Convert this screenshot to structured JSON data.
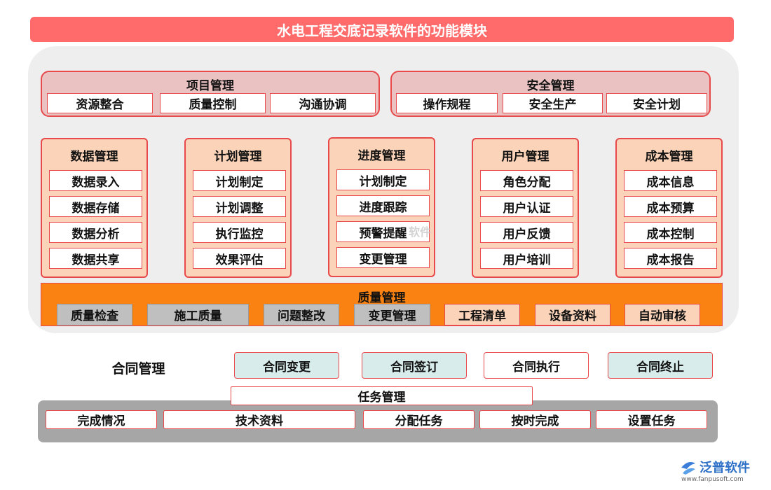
{
  "title": "水电工程交底记录软件的功能模块",
  "project_mgmt": {
    "title": "项目管理",
    "items": [
      "资源整合",
      "质量控制",
      "沟通协调"
    ]
  },
  "safety_mgmt": {
    "title": "安全管理",
    "items": [
      "操作规程",
      "安全生产",
      "安全计划"
    ]
  },
  "columns": [
    {
      "title": "数据管理",
      "items": [
        "数据录入",
        "数据存储",
        "数据分析",
        "数据共享"
      ]
    },
    {
      "title": "计划管理",
      "items": [
        "计划制定",
        "计划调整",
        "执行监控",
        "效果评估"
      ]
    },
    {
      "title": "进度管理",
      "items": [
        "计划制定",
        "进度跟踪",
        "预警提醒",
        "变更管理"
      ]
    },
    {
      "title": "用户管理",
      "items": [
        "角色分配",
        "用户认证",
        "用户反馈",
        "用户培训"
      ]
    },
    {
      "title": "成本管理",
      "items": [
        "成本信息",
        "成本预算",
        "成本控制",
        "成本报告"
      ]
    }
  ],
  "quality_mgmt": {
    "title": "质量管理",
    "items": [
      "质量检查",
      "施工质量",
      "问题整改",
      "变更管理",
      "工程清单",
      "设备资料",
      "自动审核"
    ]
  },
  "contract_mgmt": {
    "title": "合同管理",
    "items": [
      "合同变更",
      "合同签订",
      "合同执行",
      "合同终止"
    ]
  },
  "task_mgmt": {
    "title": "任务管理",
    "items": [
      "完成情况",
      "技术资料",
      "分配任务",
      "按时完成",
      "设置任务"
    ]
  },
  "logo": {
    "name": "泛普软件",
    "url": "www.fanpusoft.com"
  },
  "watermark": "软件"
}
